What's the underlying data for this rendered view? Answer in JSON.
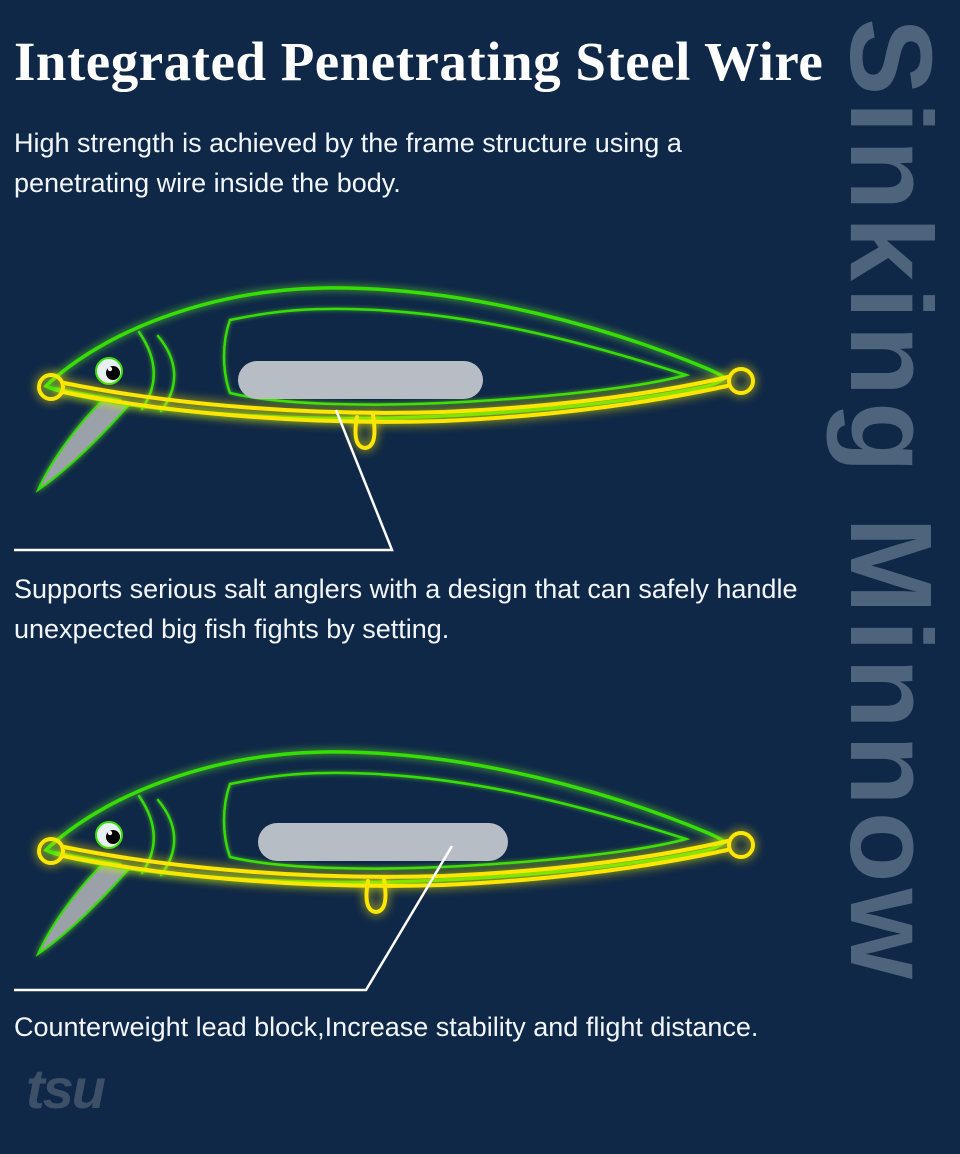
{
  "header": {
    "title": "Integrated Penetrating Steel Wire",
    "subtitle": "High strength is achieved by the frame structure using a penetrating wire inside the body."
  },
  "sections": [
    {
      "caption": "Supports serious salt anglers with a design that can safely handle unexpected big fish fights by setting."
    },
    {
      "caption": "Counterweight lead block,Increase stability and flight distance."
    }
  ],
  "watermark": "Sinking Minnow",
  "brand_logo": "tsu",
  "colors": {
    "background": "#0f2847",
    "text": "#ffffff",
    "lure_outline_green": "#35e000",
    "wire_yellow": "#ffe600",
    "lead_block_gray": "#b7bdc5",
    "fin_gray": "#9aa1a9",
    "callout_line": "#ffffff",
    "watermark_gray": "#8494a7",
    "brand_gray_blue": "#3d5068"
  }
}
